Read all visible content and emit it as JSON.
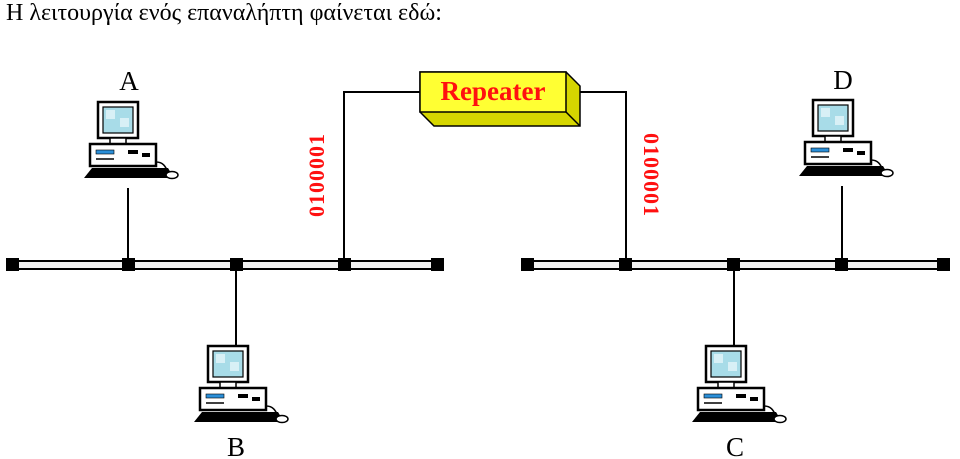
{
  "caption": "Η λειτουργία ενός επαναλήπτη φαίνεται εδώ:",
  "repeater": {
    "label": "Repeater"
  },
  "signals": {
    "left": "0100001",
    "right": "0100001"
  },
  "stations": {
    "a": "A",
    "b": "B",
    "c": "C",
    "d": "D"
  },
  "colors": {
    "bits": "#ff1010",
    "repeater_face": "#ffff33",
    "repeater_side": "#d6d600",
    "cable_fill": "#f2f2f2",
    "screen": "#a8dce8"
  }
}
